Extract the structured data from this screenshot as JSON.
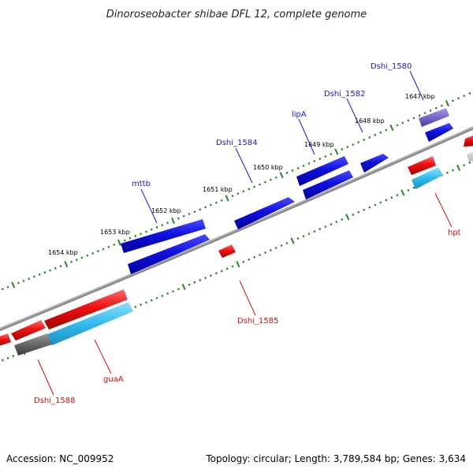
{
  "title": "Dinoroseobacter shibae DFL 12, complete genome",
  "footer": {
    "accession": "Accession: NC_009952",
    "summary": "Topology: circular; Length: 3,789,584 bp; Genes: 3,634"
  },
  "ticks": [
    "1647 kbp",
    "1648 kbp",
    "1649 kbp",
    "1650 kbp",
    "1651 kbp",
    "1652 kbp",
    "1653 kbp",
    "1654 kbp"
  ],
  "gene_labels": {
    "dshi_1580": "Dshi_1580",
    "dshi_1582": "Dshi_1582",
    "lipa": "lipA",
    "dshi_1584": "Dshi_1584",
    "mttb": "mttb",
    "hpt": "hpt",
    "dshi_1585": "Dshi_1585",
    "guaa": "guaA",
    "dshi_1588": "Dshi_1588"
  },
  "colors": {
    "forward_cds": "#1010dd",
    "reverse_cds": "#ee1111",
    "forward_label": "#1a1acc",
    "reverse_label": "#cc1111",
    "rna_highlight": "#33bbee",
    "purple_feature": "#7766cc",
    "gray_feature": "#666666",
    "backbone": "#8a8a8a",
    "tick_marks": "#228822"
  }
}
